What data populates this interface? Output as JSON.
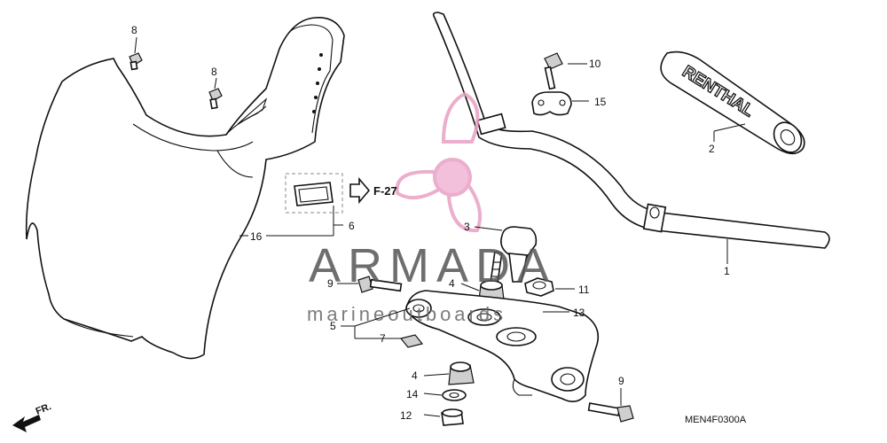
{
  "diagram": {
    "code": "MEN4F0300A",
    "reference": "F-27",
    "front_marker": "FR.",
    "callouts": {
      "c1": "1",
      "c2": "2",
      "c3": "3",
      "c4a": "4",
      "c4b": "4",
      "c5": "5",
      "c6": "6",
      "c7": "7",
      "c8a": "8",
      "c8b": "8",
      "c9a": "9",
      "c9b": "9",
      "c10": "10",
      "c11": "11",
      "c12": "12",
      "c13": "13",
      "c14": "14",
      "c15": "15",
      "c16": "16"
    },
    "pad_brand": "RENTHAL"
  },
  "watermark": {
    "title": "ARMADA",
    "subtitle": "marineoutboards",
    "color": "#e8a0c4"
  }
}
